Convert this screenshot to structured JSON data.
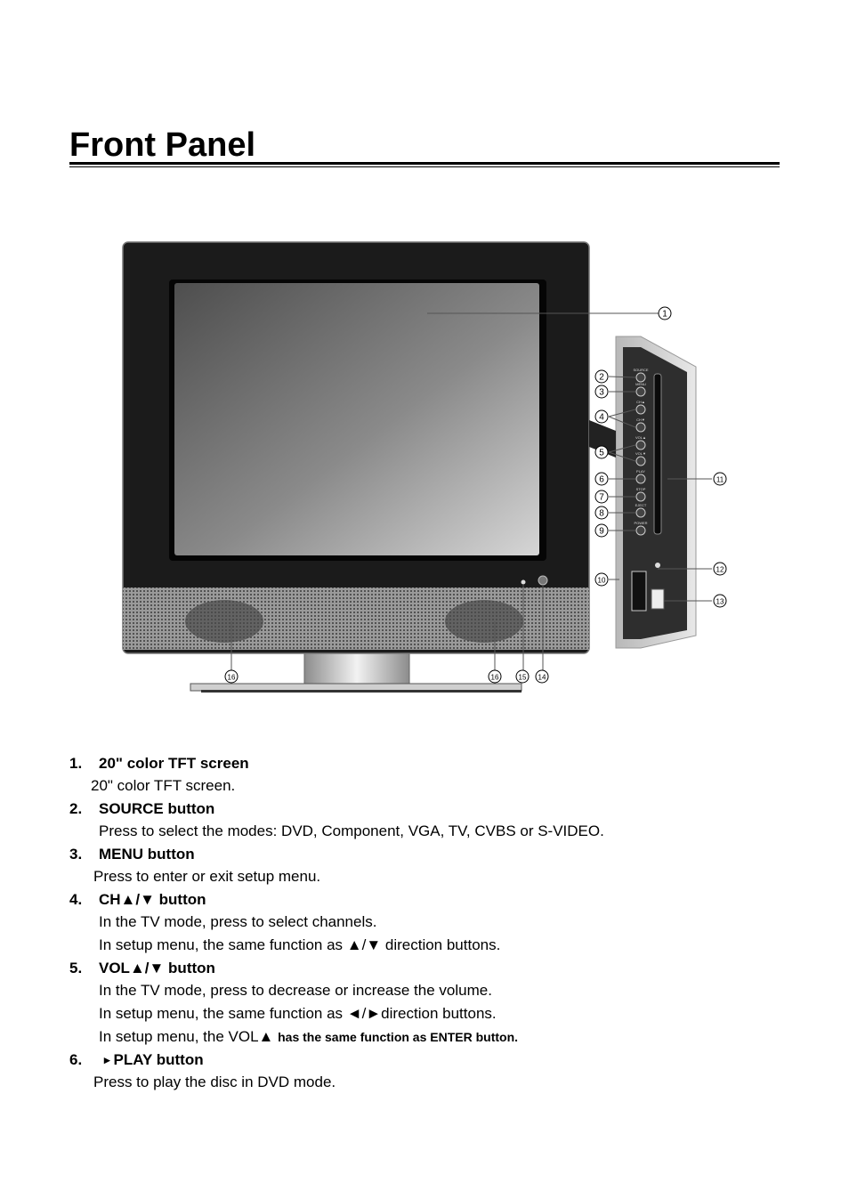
{
  "page": {
    "title": "Front Panel"
  },
  "figure": {
    "callouts": [
      "1",
      "2",
      "3",
      "4",
      "5",
      "6",
      "7",
      "8",
      "9",
      "10",
      "11",
      "12",
      "13",
      "14",
      "15",
      "16",
      "16"
    ],
    "panel_labels": [
      "SOURCE",
      "MENU",
      "CH▲",
      "CH▼",
      "VOL▲",
      "VOL▼",
      "PLAY",
      "STOP",
      "EJECT",
      "POWER"
    ]
  },
  "items": [
    {
      "num": "1.",
      "head": "20\" color TFT screen",
      "lines": [
        "20\" color TFT screen."
      ]
    },
    {
      "num": "2.",
      "head": "SOURCE button",
      "lines": [
        "Press to select the modes: DVD, Component, VGA, TV, CVBS or S-VIDEO."
      ]
    },
    {
      "num": "3.",
      "head": "MENU button",
      "lines": [
        "Press to enter or exit setup menu."
      ]
    },
    {
      "num": "4.",
      "head": "CH▲/▼  button",
      "lines": [
        "In the TV mode, press to select channels.",
        "In setup menu, the same function as  ▲/▼  direction buttons."
      ]
    },
    {
      "num": "5.",
      "head": "VOL▲/▼  button",
      "lines": [
        "In the TV mode, press to decrease or increase the volume.",
        "In setup menu, the same function as  ◄/►direction buttons."
      ],
      "last_line_a": "In setup menu, the VOL▲ ",
      "last_line_b": "has the same function as ENTER button."
    },
    {
      "num": "6.",
      "head": "PLAY button",
      "head_icon": "▸",
      "lines": [
        "Press to play the disc in DVD mode."
      ]
    }
  ]
}
